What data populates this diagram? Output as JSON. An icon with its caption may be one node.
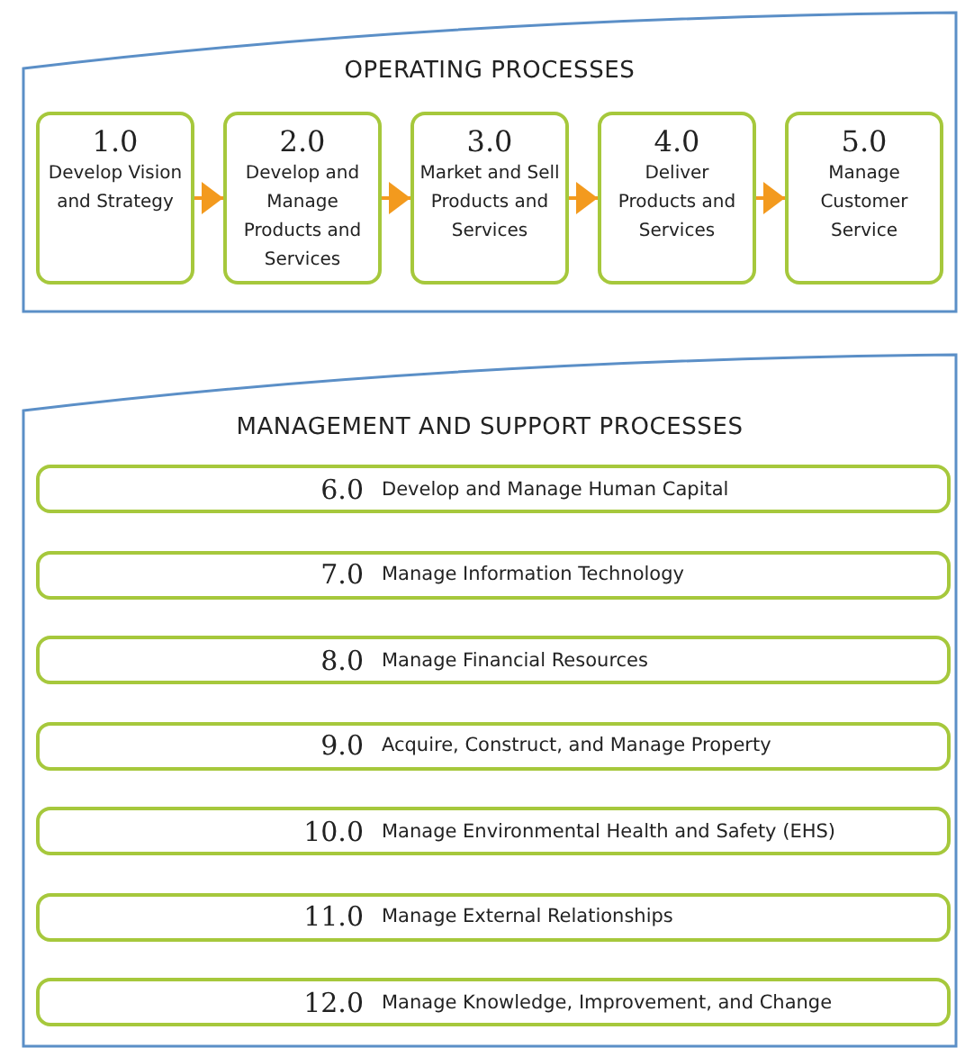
{
  "diagram": {
    "nodes": [
      {
        "text": [
          "OPERATING PROCESSES"
        ]
      },
      {
        "text": [
          "1.0",
          "Develop Vision and Strategy"
        ],
        "in": 0
      },
      {
        "text": [
          "2.0",
          "Develop and Manage Products and Services"
        ],
        "in": 0
      },
      {
        "text": [
          "3.0",
          "Market and Sell Products and Services"
        ],
        "in": 0
      },
      {
        "text": [
          "4.0",
          "Deliver Products and Services"
        ],
        "in": 0
      },
      {
        "text": [
          "5.0",
          "Manage Customer Service"
        ],
        "in": 0
      },
      {
        "text": [
          "MANAGEMENT AND SUPPORT PROCESSES"
        ]
      },
      {
        "text": [
          "6.0",
          "Develop and Manage Human Capital"
        ],
        "in": 6
      },
      {
        "text": [
          "7.0",
          "Manage Information Technology"
        ],
        "in": 6
      },
      {
        "text": [
          "8.0",
          "Manage Financial Resources"
        ],
        "in": 6
      },
      {
        "text": [
          "9.0",
          "Acquire, Construct, and Manage Property"
        ],
        "in": 6
      },
      {
        "text": [
          "10.0",
          "Manage Environmental Health and Safety (EHS)"
        ],
        "in": 6
      },
      {
        "text": [
          "11.0",
          "Manage External Relationships"
        ],
        "in": 6
      },
      {
        "text": [
          "12.0",
          "Manage Knowledge, Improvement, and Change"
        ],
        "in": 6
      }
    ],
    "edges": [
      {
        "from": 1,
        "to": 2,
        "arrow": "to"
      },
      {
        "from": 2,
        "to": 3,
        "arrow": "to"
      },
      {
        "from": 3,
        "to": 4,
        "arrow": "to"
      },
      {
        "from": 4,
        "to": 5,
        "arrow": "to"
      }
    ]
  }
}
